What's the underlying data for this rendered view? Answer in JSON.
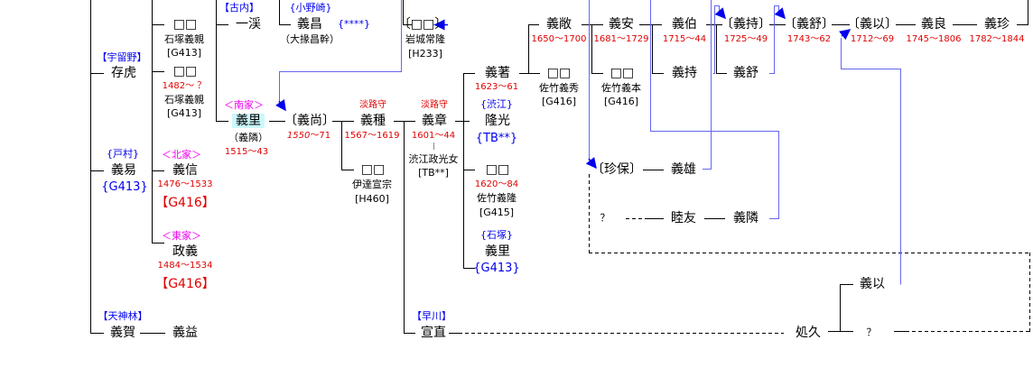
{
  "diagram_type": "genealogy family tree",
  "colors": {
    "line": "#000000",
    "adoption_link": "#6666ee",
    "arrow": "#0000ee",
    "year": "#e00000",
    "branch": "#0000ee",
    "house": "#ee00ee",
    "highlight": "#ccf8fb"
  },
  "nodes": {
    "ushiruno_label": "【宇留野】",
    "sonko": "存虎",
    "tomura_label": "{戸村}",
    "yoshiyasu": "義易",
    "yoshiyasu_code": "{G413}",
    "tenjinbayashi_label": "【天神林】",
    "yoshiga": "義賀",
    "yoshimasu": "義益",
    "box1": "□□",
    "box1_sub": "石塚義親",
    "box1_code": "[G413]",
    "box2": "□□",
    "box2_yr": "1482～ ？",
    "box2_sub": "石塚義親",
    "box2_code": "[G413]",
    "kouchi_label": "【古内】",
    "ikkei": "一渓",
    "onozaki_label": "{小野崎}",
    "yoshimasa": "義昌",
    "yoshimasa_code": "{****}",
    "yoshimasa_sub": "（大掾昌幹）",
    "nanke_label": "＜南家＞",
    "yoshisato": "義里",
    "yoshisato_sub": "（義隣）",
    "yoshisato_yr": "1515～43",
    "hokke_label": "＜北家＞",
    "yoshinobu": "義信",
    "yoshinobu_yr": "1476～1533",
    "yoshinobu_code": "【G416】",
    "touke_label": "＜東家＞",
    "masayoshi": "政義",
    "masayoshi_yr": "1484～1534",
    "masayoshi_code": "【G416】",
    "yoshihisa": "〔義尚〕",
    "yoshihisa_yr_a": "1550",
    "yoshihisa_yr_b": "～71",
    "awaji1": "淡路守",
    "yoshitane": "義種",
    "yoshitane_yr": "1567～1619",
    "box3": "□□",
    "box3_sub": "伊達宣宗",
    "box3_code": "[H460]",
    "awaji2": "淡路守",
    "yoshiaki": "義章",
    "yoshiaki_yr": "1601～44",
    "shibue_wife": "渋江政光女",
    "shibue_wife_code": "[TB**]",
    "iwaki_box": "〔□□〕",
    "iwaki_sub": "岩城常隆",
    "iwaki_code": "[H233]",
    "yoshiaki2": "義著",
    "yoshiaki2_yr": "1623～61",
    "shibue_label": "{渋江}",
    "takamitsu": "隆光",
    "takamitsu_code": "{TB**}",
    "box4": "□□",
    "box4_yr": "1620～84",
    "box4_sub": "佐竹義隆",
    "box4_code": "[G415]",
    "ishizuka_label": "{石塚}",
    "yoshisato2": "義里",
    "yoshisato2_code": "{G413}",
    "hayakawa_label": "【早川】",
    "nobunao": "宣直",
    "box5": "□□",
    "box5_sub": "佐竹義秀",
    "box5_code": "[G416]",
    "box6": "□□",
    "box6_sub": "佐竹義本",
    "box6_code": "[G416]",
    "yoshitaka": "義敞",
    "yoshitaka_yr": "1650～1700",
    "yoshiyasu2": "義安",
    "yoshiyasu2_yr": "1681～1729",
    "yoshinori": "義伯",
    "yoshinori_yr": "1715～44",
    "yoshimochi_a": "義持",
    "yoshimochi": "〔義持〕",
    "yoshimochi_yr": "1725～49",
    "yoshinobu2_a": "義舒",
    "yoshinobu2": "〔義舒〕",
    "yoshinobu2_yr": "1743～62",
    "yoshimochi2": "〔義以〕",
    "yoshimochi2_yr": "1712～69",
    "yoshiyoshi": "義良",
    "yoshiyoshi_yr": "1745～1806",
    "yoshichin": "義珍",
    "yoshichin_yr": "1782～1844",
    "chinpo": "〔珍保〕",
    "yoshio": "義雄",
    "unknown1": "？",
    "mutsutomo": "睦友",
    "yoshitonari": "義隣",
    "yoshimochi3": "義以",
    "shokyu": "処久",
    "unknown2": "？"
  }
}
